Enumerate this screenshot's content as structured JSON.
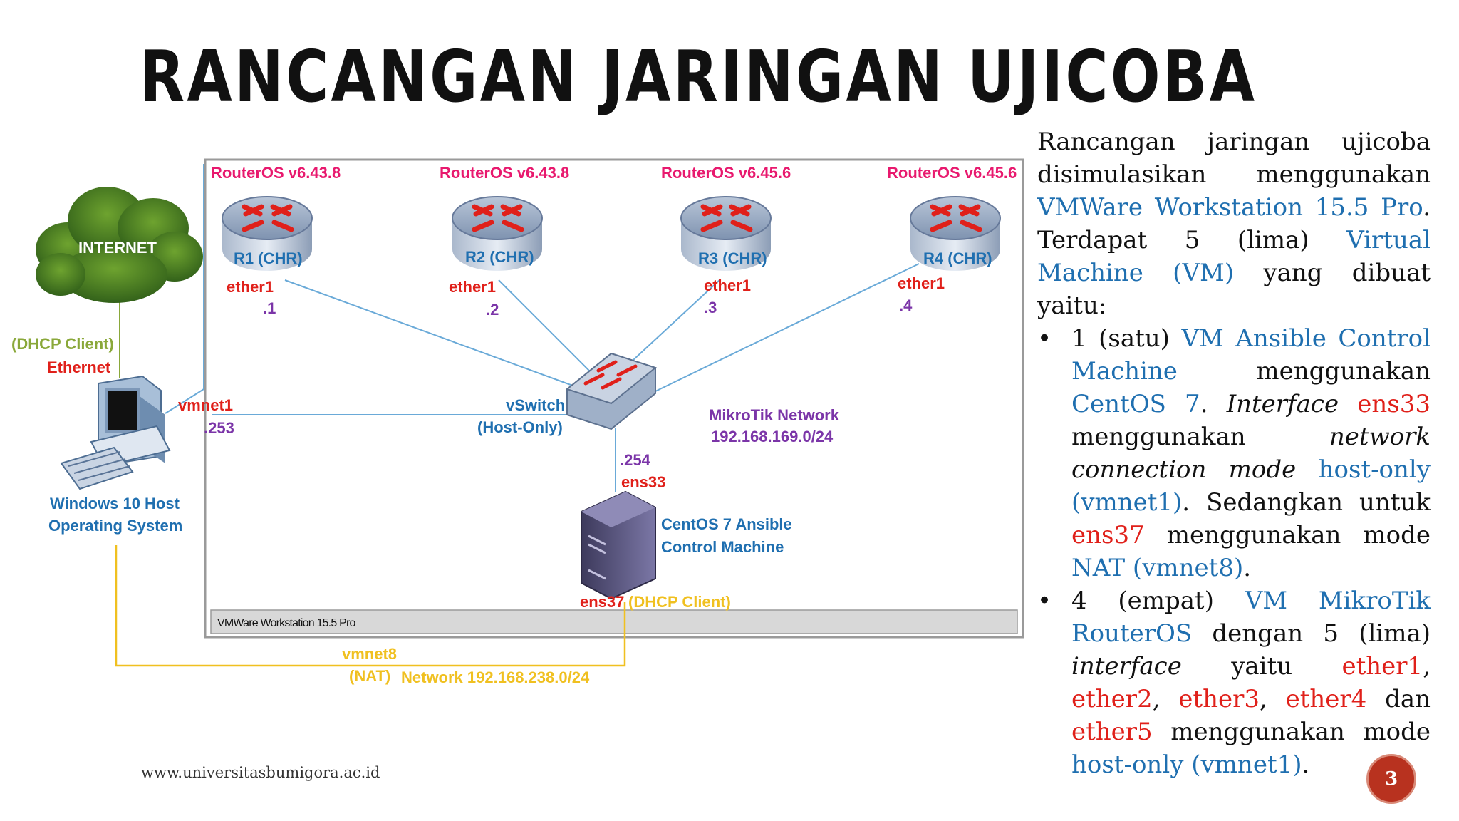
{
  "slide": {
    "title": "RANCANGAN JARINGAN UJICOBA"
  },
  "diagram": {
    "internet": "INTERNET",
    "host": {
      "dhcp": "(DHCP Client)",
      "eth": "Ethernet",
      "name1": "Windows 10 Host",
      "name2": "Operating System",
      "vmnet1": "vmnet1",
      "ip": ".253"
    },
    "routers": [
      {
        "version": "RouterOS v6.43.8",
        "name": "R1 (CHR)",
        "port": "ether1",
        "ip": ".1"
      },
      {
        "version": "RouterOS v6.43.8",
        "name": "R2 (CHR)",
        "port": "ether1",
        "ip": ".2"
      },
      {
        "version": "RouterOS v6.45.6",
        "name": "R3 (CHR)",
        "port": "ether1",
        "ip": ".3"
      },
      {
        "version": "RouterOS v6.45.6",
        "name": "R4 (CHR)",
        "port": "ether1",
        "ip": ".4"
      }
    ],
    "vswitch": {
      "name": "vSwitch",
      "mode": "(Host-Only)"
    },
    "network": {
      "name": "MikroTik Network",
      "cidr": "192.168.169.0/24"
    },
    "server": {
      "ip": ".254",
      "port": "ens33",
      "name1": "CentOS 7 Ansible",
      "name2": "Control Machine",
      "port2": "ens37",
      "dhcp": "(DHCP Client)"
    },
    "vmware_label": "VMWare Workstation 15.5 Pro",
    "nat": {
      "vmnet8": "vmnet8",
      "mode": "(NAT)",
      "network": "Network 192.168.238.0/24"
    }
  },
  "description": {
    "intro": {
      "a": "Rancangan jaringan ujicoba disimulasikan menggunakan ",
      "b": "VMWare Workstation 15.5 Pro",
      "c": ". Terdapat 5 (lima) ",
      "d": "Virtual Machine (VM)",
      "e": " yang dibuat yaitu:"
    },
    "bullet1": {
      "a": "1 (satu) ",
      "b": "VM Ansible Control Machine",
      "c": " menggunakan ",
      "d": "CentOS 7",
      "e": ". ",
      "f": "Interface",
      "g": " ",
      "h": "ens33",
      "i": " menggunakan ",
      "j": "network connection mode",
      "k": " ",
      "l": "host-only (vmnet1)",
      "m": ". Sedangkan untuk ",
      "n": "ens37",
      "o": " menggunakan mode ",
      "p": "NAT (vmnet8)",
      "q": "."
    },
    "bullet2": {
      "a": "4 (empat) ",
      "b": "VM MikroTik RouterOS",
      "c": " dengan 5 (lima) ",
      "d": "interface",
      "e": " yaitu ",
      "f": "ether1",
      "g": ", ",
      "h": "ether2",
      "i": ", ",
      "j": "ether3",
      "k": ", ",
      "l": "ether4",
      "m": " dan ",
      "n": "ether5",
      "o": " menggunakan mode ",
      "p": "host-only (vmnet1)",
      "q": "."
    },
    "bullet_char": "•"
  },
  "footer": {
    "url": "www.universitasbumigora.ac.id",
    "page": "3"
  },
  "colors": {
    "red": "#e0201a",
    "blue": "#1f6fb0",
    "magenta": "#e8196e",
    "purple": "#7b35a8",
    "yellow": "#f0c020",
    "green": "#8aa83a"
  }
}
